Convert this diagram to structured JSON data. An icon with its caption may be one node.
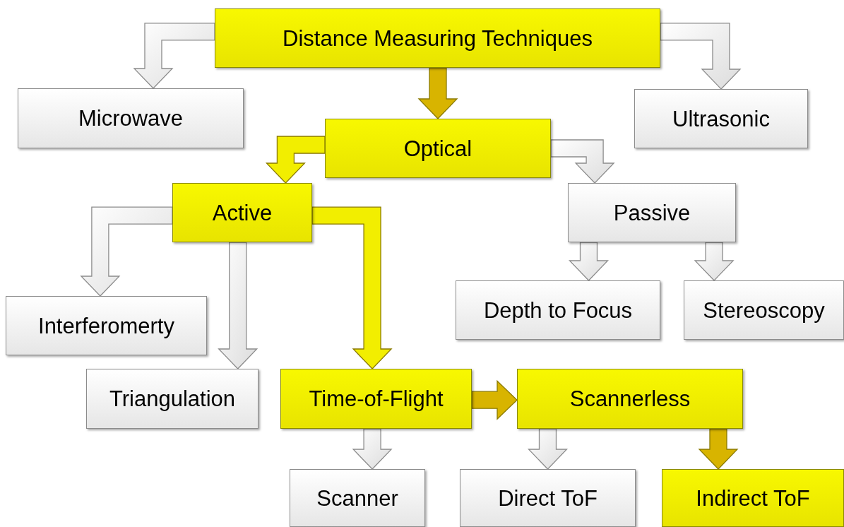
{
  "diagram": {
    "nodes": [
      {
        "text": [
          "Distance Measuring Techniques"
        ]
      },
      {
        "text": [
          "Microwave"
        ]
      },
      {
        "text": [
          "Optical"
        ]
      },
      {
        "text": [
          "Ultrasonic"
        ]
      },
      {
        "text": [
          "Active"
        ]
      },
      {
        "text": [
          "Passive"
        ]
      },
      {
        "text": [
          "Interferomerty"
        ]
      },
      {
        "text": [
          "Triangulation"
        ]
      },
      {
        "text": [
          "Time-of-Flight"
        ]
      },
      {
        "text": [
          "Scannerless"
        ]
      },
      {
        "text": [
          "Depth to Focus"
        ]
      },
      {
        "text": [
          "Stereoscopy"
        ]
      },
      {
        "text": [
          "Scanner"
        ]
      },
      {
        "text": [
          "Direct ToF"
        ]
      },
      {
        "text": [
          "Indirect ToF"
        ]
      }
    ],
    "edges": [
      {
        "from": 0,
        "to": 1,
        "arrow": "to"
      },
      {
        "from": 0,
        "to": 2,
        "arrow": "to",
        "color": "#d8b400"
      },
      {
        "from": 0,
        "to": 3,
        "arrow": "to"
      },
      {
        "from": 2,
        "to": 4,
        "arrow": "to",
        "color": "#f2ee00"
      },
      {
        "from": 2,
        "to": 5,
        "arrow": "to"
      },
      {
        "from": 4,
        "to": 6,
        "arrow": "to"
      },
      {
        "from": 4,
        "to": 7,
        "arrow": "to"
      },
      {
        "from": 4,
        "to": 8,
        "arrow": "to",
        "color": "#f2ee00"
      },
      {
        "from": 5,
        "to": 10,
        "arrow": "to"
      },
      {
        "from": 5,
        "to": 11,
        "arrow": "to"
      },
      {
        "from": 8,
        "to": 9,
        "arrow": "to",
        "color": "#d8b400"
      },
      {
        "from": 8,
        "to": 12,
        "arrow": "to"
      },
      {
        "from": 9,
        "to": 13,
        "arrow": "to"
      },
      {
        "from": 9,
        "to": 14,
        "arrow": "to",
        "color": "#d8b400"
      }
    ]
  }
}
